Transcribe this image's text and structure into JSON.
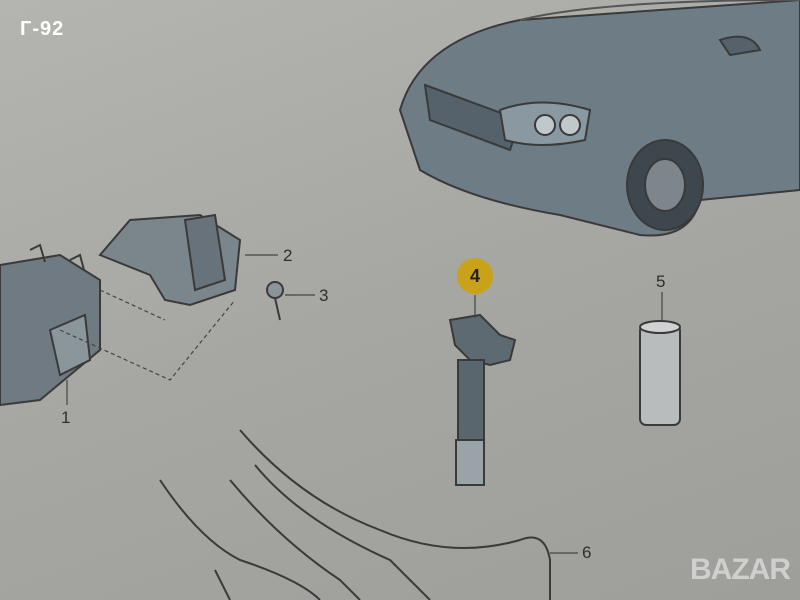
{
  "code_label": "Г-92",
  "callouts": [
    "1",
    "2",
    "3",
    "4",
    "5",
    "6"
  ],
  "highlight_color": "#c9a21a",
  "watermark": "BAZAR"
}
